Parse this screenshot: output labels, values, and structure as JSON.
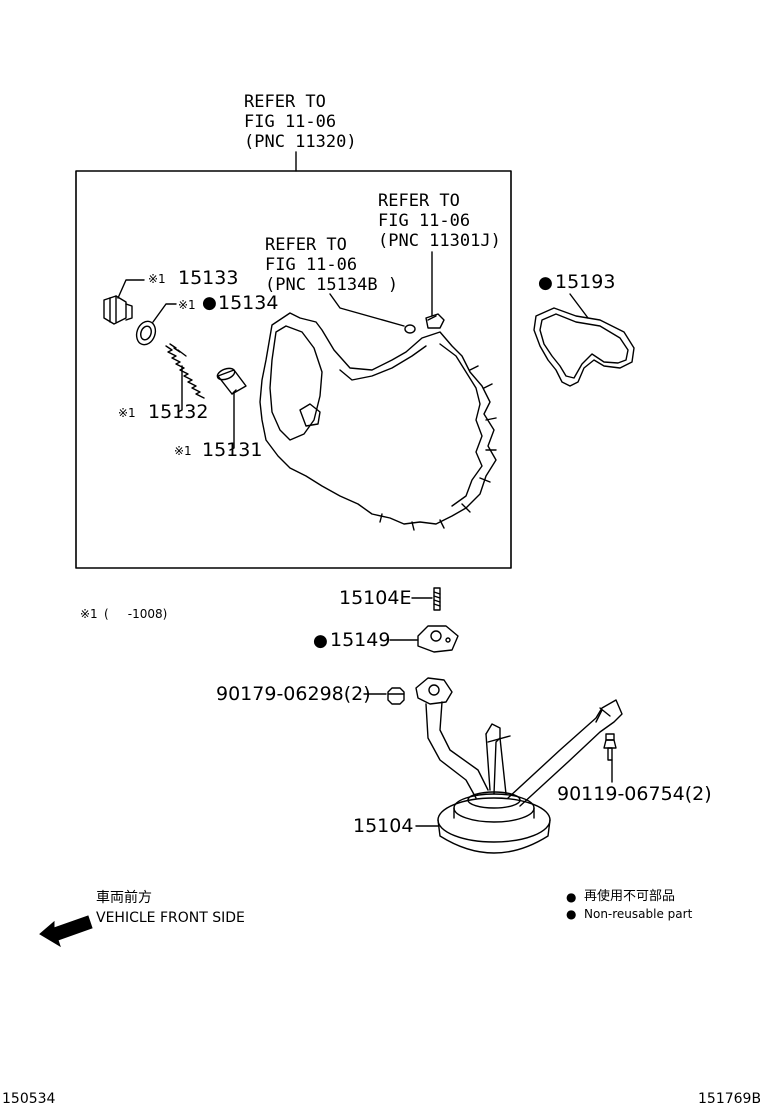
{
  "refs": {
    "main": [
      "REFER TO",
      "FIG 11-06",
      "(PNC 11320)"
    ],
    "plug": [
      "REFER TO",
      "FIG 11-06",
      "(PNC 11301J)"
    ],
    "seal": [
      "REFER TO",
      "FIG 11-06",
      "(PNC 15134B )"
    ]
  },
  "mark_symbol": "※1",
  "nonreusable_symbol": "●",
  "parts": {
    "p15133": "15133",
    "p15134": "15134",
    "p15132": "15132",
    "p15131": "15131",
    "p15193": "15193",
    "p15104E": "15104E",
    "p15149": "15149",
    "p90179": "90179-06298(2)",
    "p90119": "90119-06754(2)",
    "p15104": "15104"
  },
  "footnote": {
    "mark": "※1",
    "range": "(     -1008)"
  },
  "legend": {
    "front_jp": "車両前方",
    "front_en": "VEHICLE FRONT SIDE",
    "nonreusable_jp": "再使用不可部品",
    "nonreusable_en": "Non-reusable part"
  },
  "footer": {
    "left_code": "150534",
    "right_code": "151769B"
  }
}
